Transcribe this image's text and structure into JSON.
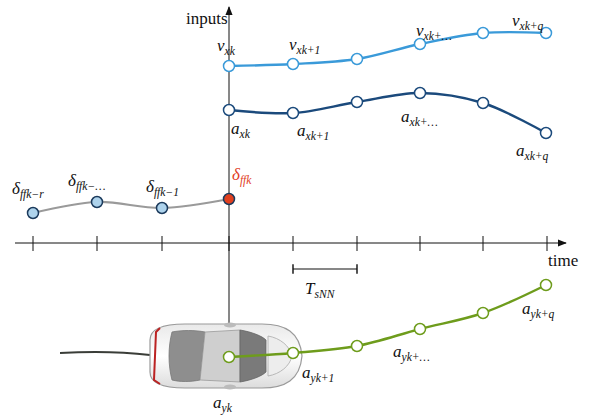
{
  "diagram": {
    "labels": [
      "inputs",
      "time",
      "vxk",
      "vxk+1",
      "vxk+…",
      "vxk+q",
      "axk",
      "axk+1",
      "axk+…",
      "axk+q",
      "δffk−r",
      "δffk−…",
      "δffk−1",
      "δffk",
      "TsNN",
      "ayk",
      "ayk+1",
      "ayk+…",
      "ayk+q"
    ]
  }
}
